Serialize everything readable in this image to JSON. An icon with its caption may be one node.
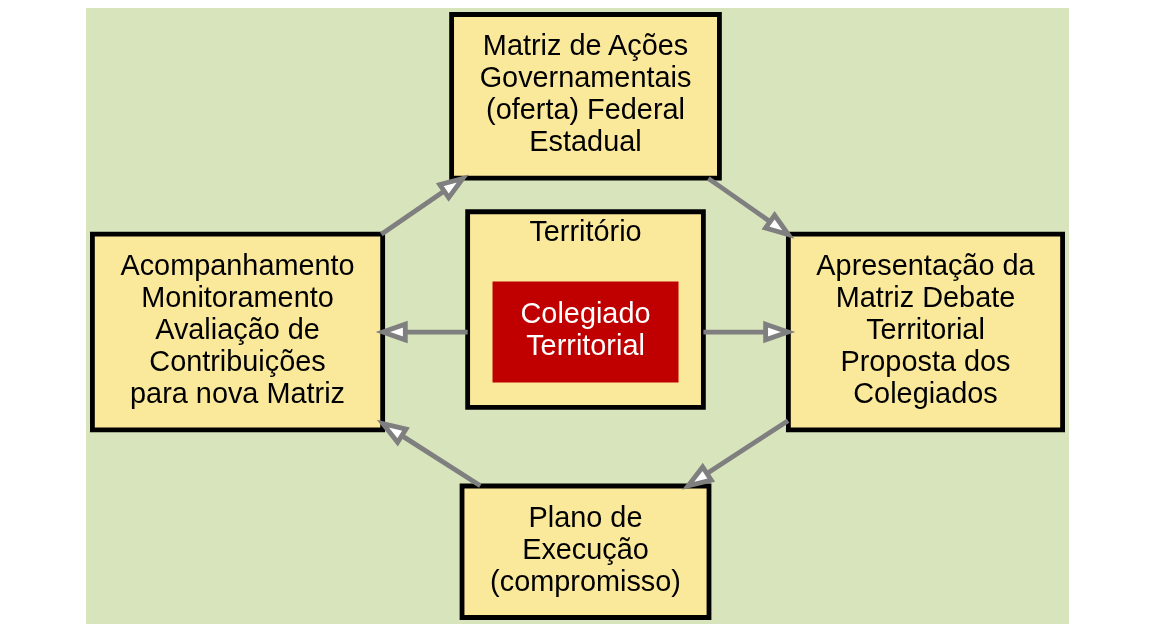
{
  "diagram": {
    "nodes": [
      {
        "text": [
          "Matriz de Ações Governamentais (oferta) Federal Estadual"
        ]
      },
      {
        "text": [
          "Acompanhamento Monitoramento Avaliação de Contribuições para nova Matriz"
        ]
      },
      {
        "text": [
          "Território"
        ]
      },
      {
        "text": [
          "Colegiado Territorial"
        ],
        "in": 2
      },
      {
        "text": [
          "Apresentação da Matriz Debate Territorial Proposta dos Colegiados"
        ]
      },
      {
        "text": [
          "Plano de Execução (compromisso)"
        ]
      }
    ],
    "edges": [
      {
        "from": 1,
        "to": 0,
        "arrow": "to"
      },
      {
        "from": 0,
        "to": 4,
        "arrow": "to"
      },
      {
        "from": 2,
        "to": 1,
        "arrow": "to"
      },
      {
        "from": 2,
        "to": 4,
        "arrow": "to"
      },
      {
        "from": 4,
        "to": 5,
        "arrow": "to"
      },
      {
        "from": 5,
        "to": 1,
        "arrow": "to"
      }
    ]
  }
}
